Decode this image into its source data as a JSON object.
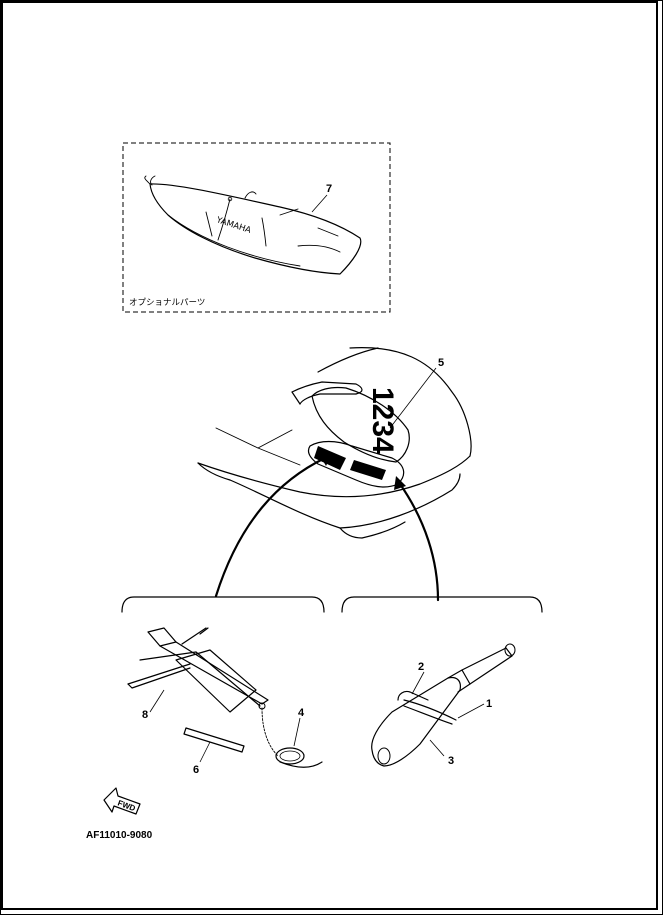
{
  "callouts": {
    "c1": "1",
    "c2": "2",
    "c3": "3",
    "c4": "4",
    "c5": "5",
    "c6": "6",
    "c7": "7",
    "c8": "8"
  },
  "optional_parts_label": "オプショナルパーツ",
  "registration_number": "1234",
  "cover_brand_text": "YAMAHA",
  "fwd_label": "FWD",
  "figure_code": "AF11010-9080"
}
